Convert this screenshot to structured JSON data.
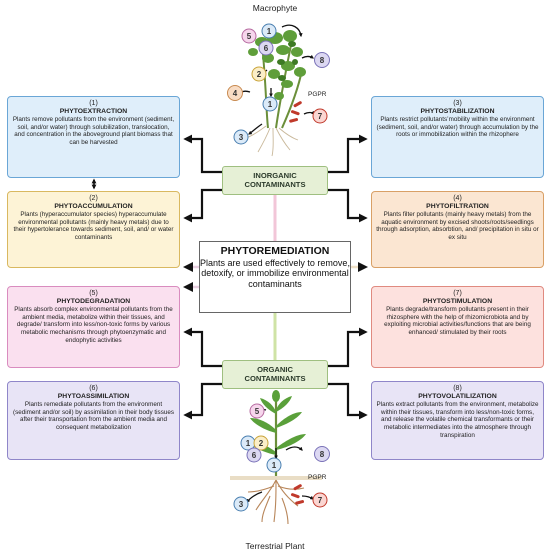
{
  "top_label": "Macrophyte",
  "bottom_label": "Terrestrial Plant",
  "pgpr": "PGPR",
  "inorganic": "INORGANIC\nCONTAMINANTS",
  "organic": "ORGANIC\nCONTAMINANTS",
  "center": {
    "title": "PHYTOREMEDIATION",
    "desc": "Plants are used effectively to remove, detoxify, or immobilize environmental contaminants"
  },
  "boxes": [
    {
      "num": "(1)",
      "title": "PHYTOEXTRACTION",
      "text": "Plants remove pollutants from the environment (sediment, soil, and/or water) through solubilization, translocation, and concentration in the aboveground plant biomass that can be harvested"
    },
    {
      "num": "(2)",
      "title": "PHYTOACCUMULATION",
      "text": "Plants (hyperaccumulator species) hyperaccumulate environmental pollutants (mainly heavy metals) due to their hypertolerance towards sediment, soil, and/ or water contaminants"
    },
    {
      "num": "(5)",
      "title": "PHYTODEGRADATION",
      "text": "Plants absorb complex environmental pollutants from the ambient media, metabolize within their tissues, and degrade/ transform into less/non-toxic forms by various metabolic mechanisms through phytoenzymatic and endophytic activities"
    },
    {
      "num": "(6)",
      "title": "PHYTOASSIMILATION",
      "text": "Plants remediate pollutants from the environment (sediment and/or soil) by assimilation in their body tissues after their transportation from the ambient media and consequent metabolization"
    },
    {
      "num": "(3)",
      "title": "PHYTOSTABILIZATION",
      "text": "Plants restrict pollutants’mobility within the environment (sediment, soil, and/or water) through accumulation by the roots or immobilization within the rhizophere"
    },
    {
      "num": "(4)",
      "title": "PHYTOFILTRATION",
      "text": "Plants filter pollutants (mainly heavy metals) from the aquatic environment by excised shoots/roots/seedlings through adsorption, absorbtion, and/ precipitation in situ or ex situ"
    },
    {
      "num": "(7)",
      "title": "PHYTOSTIMULATION",
      "text": "Plants degrade/transform pollutants present in their rhizosphere with the help of rhizomicrobiota and by exploiting microbial activities/functions that are being enhanced/ stimulated by their roots"
    },
    {
      "num": "(8)",
      "title": "PHYTOVOLATILIZATION",
      "text": "Plants extract pollutants from the environment, metabolize within their tissues, transform into less/non-toxic forms, and release the volatile chemical transformants or their metabolic intermediates into the atmosphere through transpiration"
    }
  ],
  "colors": {
    "blue": "#dfeefa",
    "blue_border": "#6aa6d6",
    "yellow": "#fdf3d6",
    "yellow_border": "#d9b860",
    "pink": "#fae0ef",
    "pink_border": "#d98cbf",
    "lavender": "#e8e4f6",
    "lavender_border": "#8f86c9",
    "orange": "#fbe6d2",
    "orange_border": "#d9a066",
    "red": "#fde1de",
    "red_border": "#e08a80"
  },
  "circles": [
    "1",
    "2",
    "3",
    "4",
    "5",
    "6",
    "7",
    "8"
  ]
}
